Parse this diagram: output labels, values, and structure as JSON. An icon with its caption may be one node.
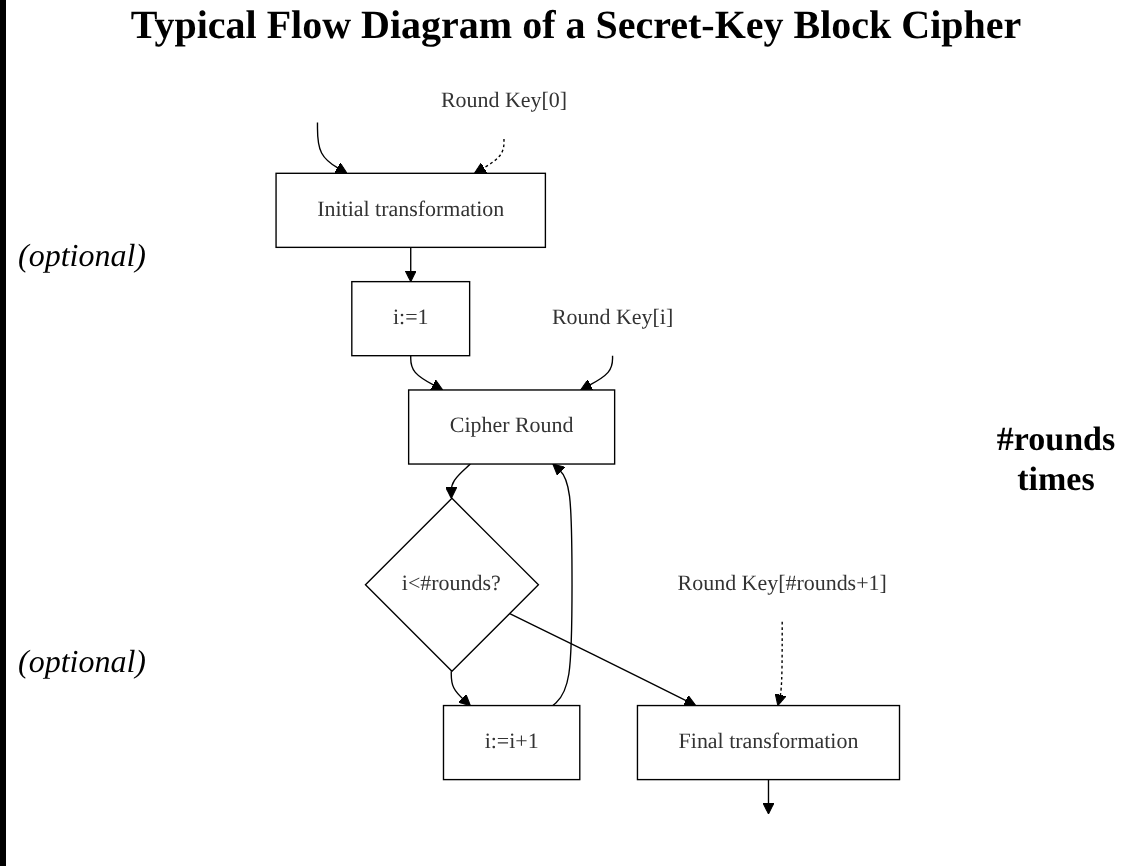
{
  "diagram": {
    "title": "Typical Flow Diagram of a Secret-Key Block Cipher",
    "nodes": [
      {
        "text": [
          "Round Key[0]"
        ]
      },
      {
        "text": [
          "Initial transformation"
        ]
      },
      {
        "text": [
          "i:=1"
        ]
      },
      {
        "text": [
          "Round Key[i]"
        ]
      },
      {
        "text": [
          "Cipher Round"
        ]
      },
      {
        "text": [
          "i<#rounds?"
        ]
      },
      {
        "text": [
          "i:=i+1"
        ]
      },
      {
        "text": [
          "Round Key[#rounds+1]"
        ]
      },
      {
        "text": [
          "Final transformation"
        ]
      }
    ],
    "edges": [
      {
        "from": null,
        "to": 1,
        "arrow": "to"
      },
      {
        "from": 0,
        "to": 1,
        "arrow": "to",
        "style": "dashed"
      },
      {
        "from": 1,
        "to": 2,
        "arrow": "to"
      },
      {
        "from": 2,
        "to": 4,
        "arrow": "to"
      },
      {
        "from": 3,
        "to": 4,
        "arrow": "to"
      },
      {
        "from": 4,
        "to": 5,
        "arrow": "to"
      },
      {
        "from": 5,
        "to": 6,
        "arrow": "to"
      },
      {
        "from": 6,
        "to": 4,
        "arrow": "to"
      },
      {
        "from": 5,
        "to": 8,
        "arrow": "to"
      },
      {
        "from": 7,
        "to": 8,
        "arrow": "to",
        "style": "dashed"
      },
      {
        "from": 8,
        "to": null,
        "arrow": "to"
      }
    ],
    "labels": [
      "(optional)",
      "#rounds times",
      "(optional)"
    ]
  }
}
